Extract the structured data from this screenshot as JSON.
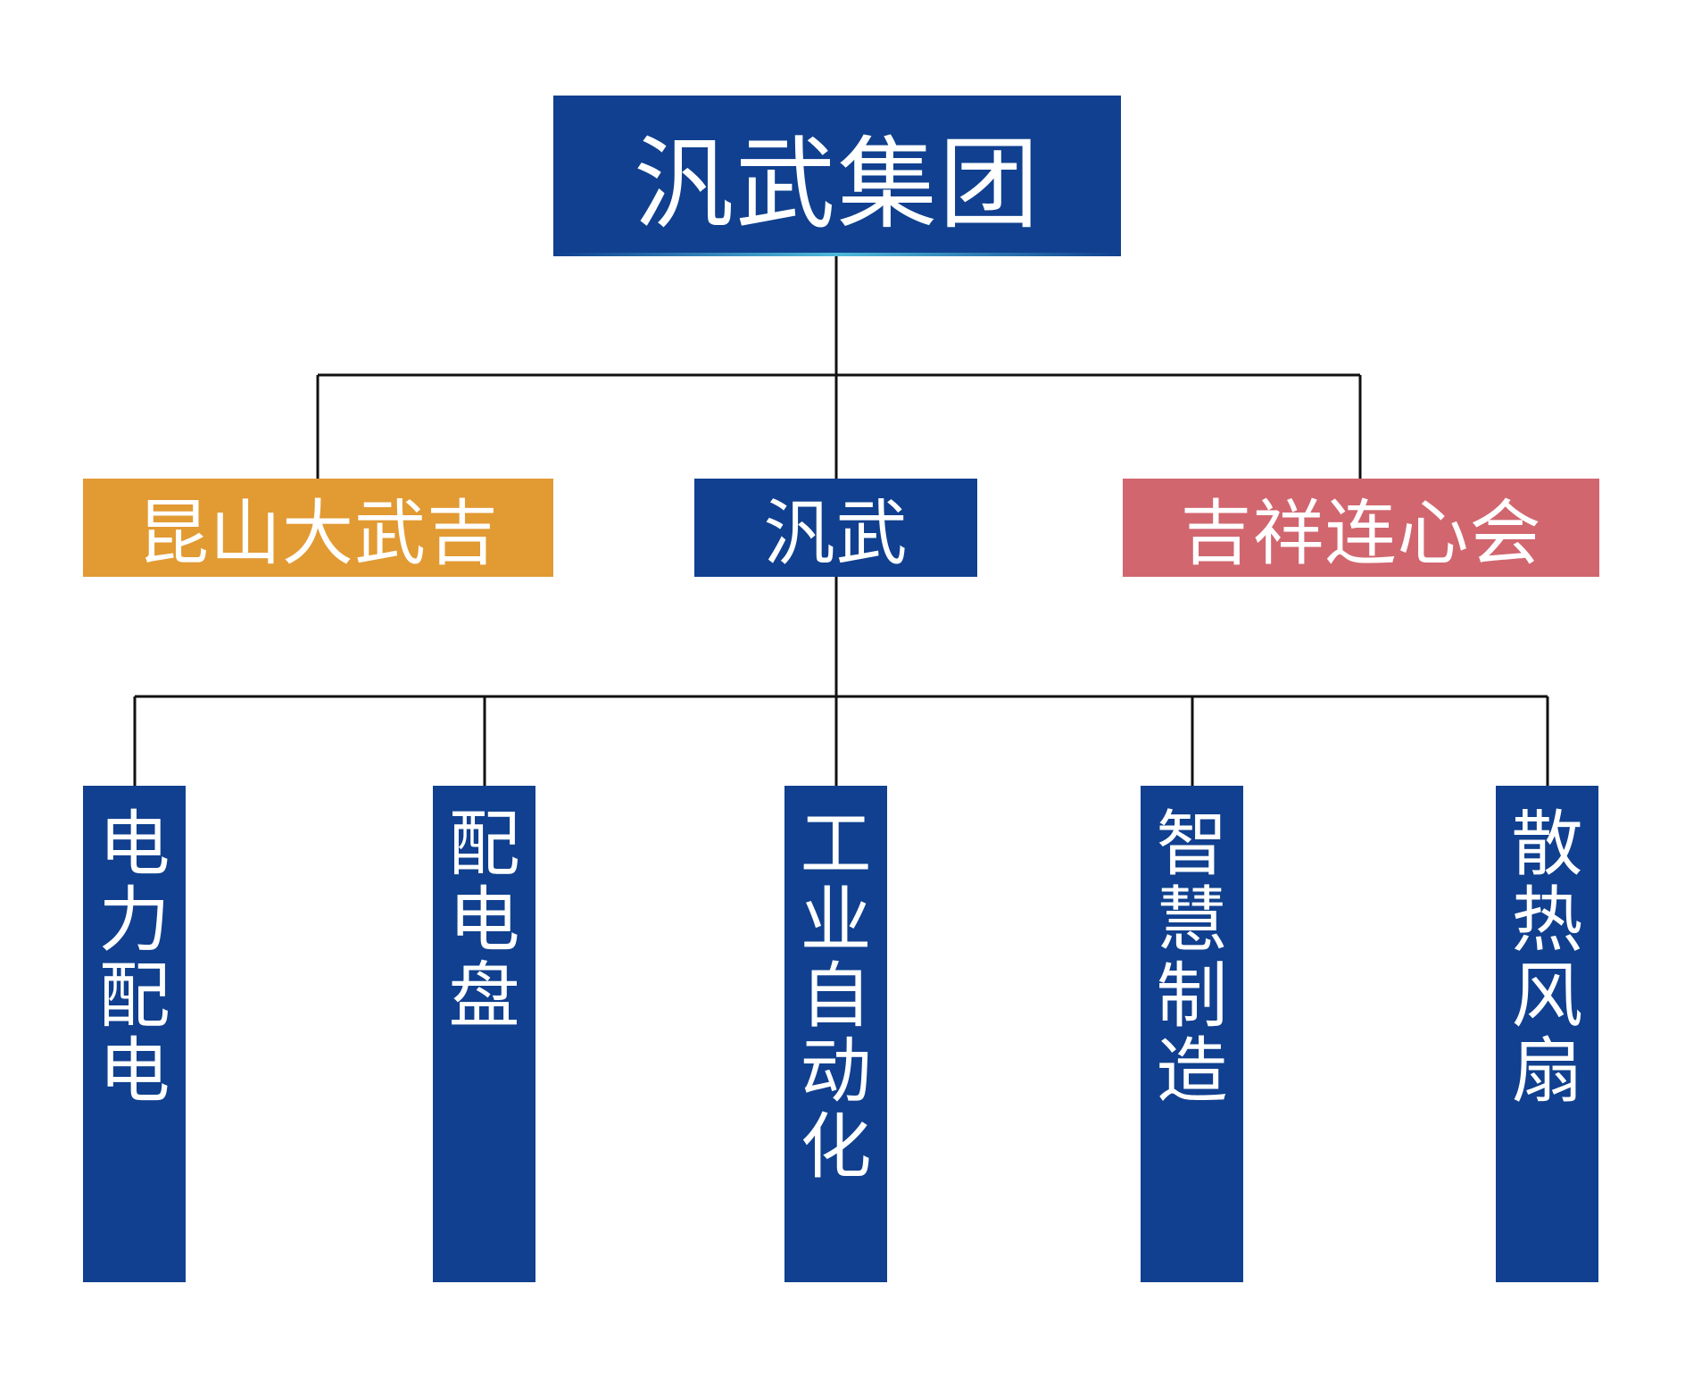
{
  "colors": {
    "navy": "#10408f",
    "orange": "#e29a33",
    "rose": "#d1666f",
    "line": "#111111",
    "text": "#ffffff"
  },
  "root": {
    "label": "汎武集团"
  },
  "subsidiaries": [
    {
      "label": "昆山大武吉",
      "color": "#e29a33"
    },
    {
      "label": "汎武",
      "color": "#10408f"
    },
    {
      "label": "吉祥连心会",
      "color": "#d1666f"
    }
  ],
  "divisions": [
    {
      "label": "电力配电"
    },
    {
      "label": "配电盘"
    },
    {
      "label": "工业自动化"
    },
    {
      "label": "智慧制造"
    },
    {
      "label": "散热风扇"
    }
  ]
}
